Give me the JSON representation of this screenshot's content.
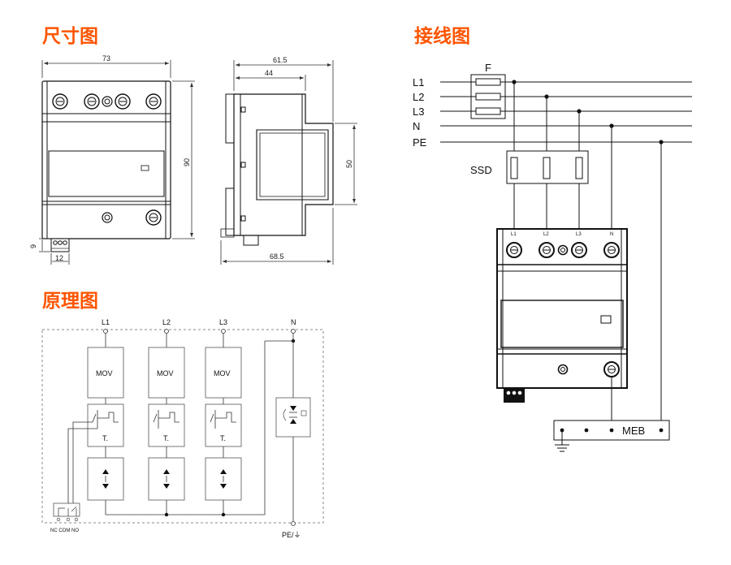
{
  "headings": {
    "dimensions": "尺寸图",
    "wiring": "接线图",
    "schematic": "原理图"
  },
  "dimension_labels": {
    "front_width": "73",
    "front_height": "90",
    "terminal_height": "9",
    "terminal_width": "12",
    "side_top": "61.5",
    "side_inner": "44",
    "side_height": "50",
    "side_bottom": "68.5"
  },
  "wiring": {
    "fuse_label": "F",
    "lines": [
      "L1",
      "L2",
      "L3",
      "N",
      "PE"
    ],
    "ssd_label": "SSD",
    "device_terminals": [
      "L1",
      "L2",
      "L3",
      "N"
    ],
    "meb_label": "MEB"
  },
  "schematic": {
    "terminals": [
      "L1",
      "L2",
      "L3",
      "N"
    ],
    "mov_label": "MOV",
    "thermal_label": "T.",
    "alarm_label": "NC COM NO",
    "pe_label": "PE/⏚"
  }
}
